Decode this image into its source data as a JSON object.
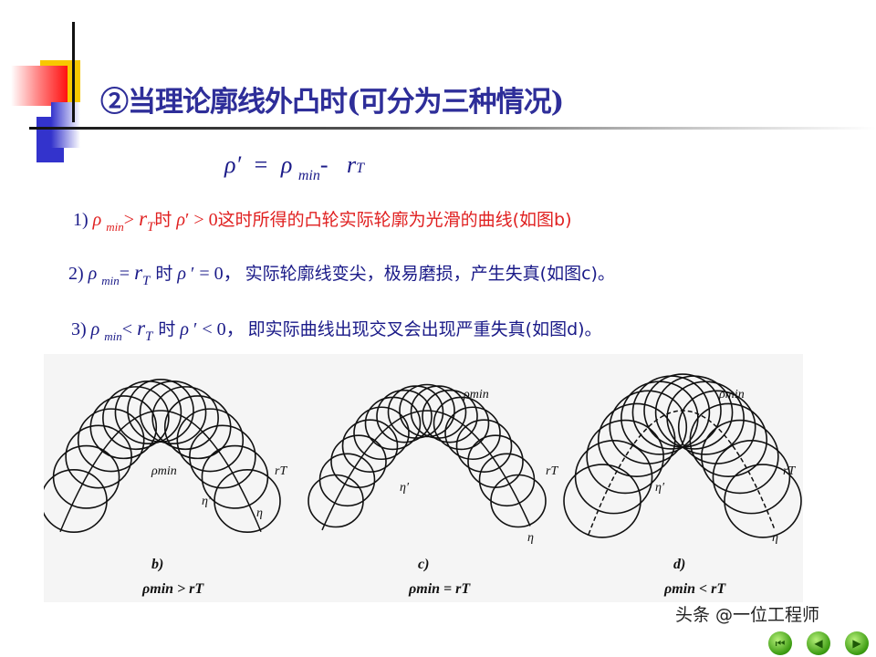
{
  "title": "②当理论廓线外凸时(可分为三种情况)",
  "formula": {
    "lhs": "ρ′",
    "eq": "=",
    "rho": "ρ",
    "min": "min",
    "minus": "-",
    "r": "r",
    "T": "T"
  },
  "cases": [
    {
      "num": "1)",
      "rho": "ρ",
      "min": "min",
      "op": ">",
      "r": "r",
      "T": "T",
      "shi": "时",
      "rho2": "ρ",
      "cond": "′ > 0",
      "text": "这时所得的凸轮实际轮廓为光滑的曲线(如图b)",
      "color": "#e02020"
    },
    {
      "num": "2)",
      "rho": "ρ",
      "min": "min",
      "op": "=",
      "r": "r",
      "T": "T",
      "shi": " 时",
      "rho2": "ρ",
      "cond": " ′ = 0，",
      "text": "实际轮廓线变尖，极易磨损，产生失真(如图c)。",
      "color": "#1a1a88"
    },
    {
      "num": "3)",
      "rho": "ρ",
      "min": "min",
      "op": "<",
      "r": "r",
      "T": "T",
      "shi": " 时",
      "rho2": "ρ",
      "cond": " ′ < 0，",
      "text": "即实际曲线出现交叉会出现严重失真(如图d)。",
      "color": "#1a1a88"
    }
  ],
  "figures": [
    {
      "label": "b)",
      "caption": "ρmin > rT",
      "rho": "ρmin",
      "rT": "rT",
      "eta": "η",
      "etap": "η′"
    },
    {
      "label": "c)",
      "caption": "ρmin = rT",
      "rho": "ρmin",
      "rT": "rT",
      "eta": "η",
      "etap": "η′"
    },
    {
      "label": "d)",
      "caption": "ρmin < rT",
      "rho": "ρmin",
      "rT": "rT",
      "eta": "η",
      "etap": "η′"
    }
  ],
  "watermark": "头条 @一位工程师",
  "nav": [
    {
      "icon": "first-icon",
      "glyph": "⏮"
    },
    {
      "icon": "prev-icon",
      "glyph": "◀"
    },
    {
      "icon": "next-icon",
      "glyph": "▶"
    }
  ]
}
